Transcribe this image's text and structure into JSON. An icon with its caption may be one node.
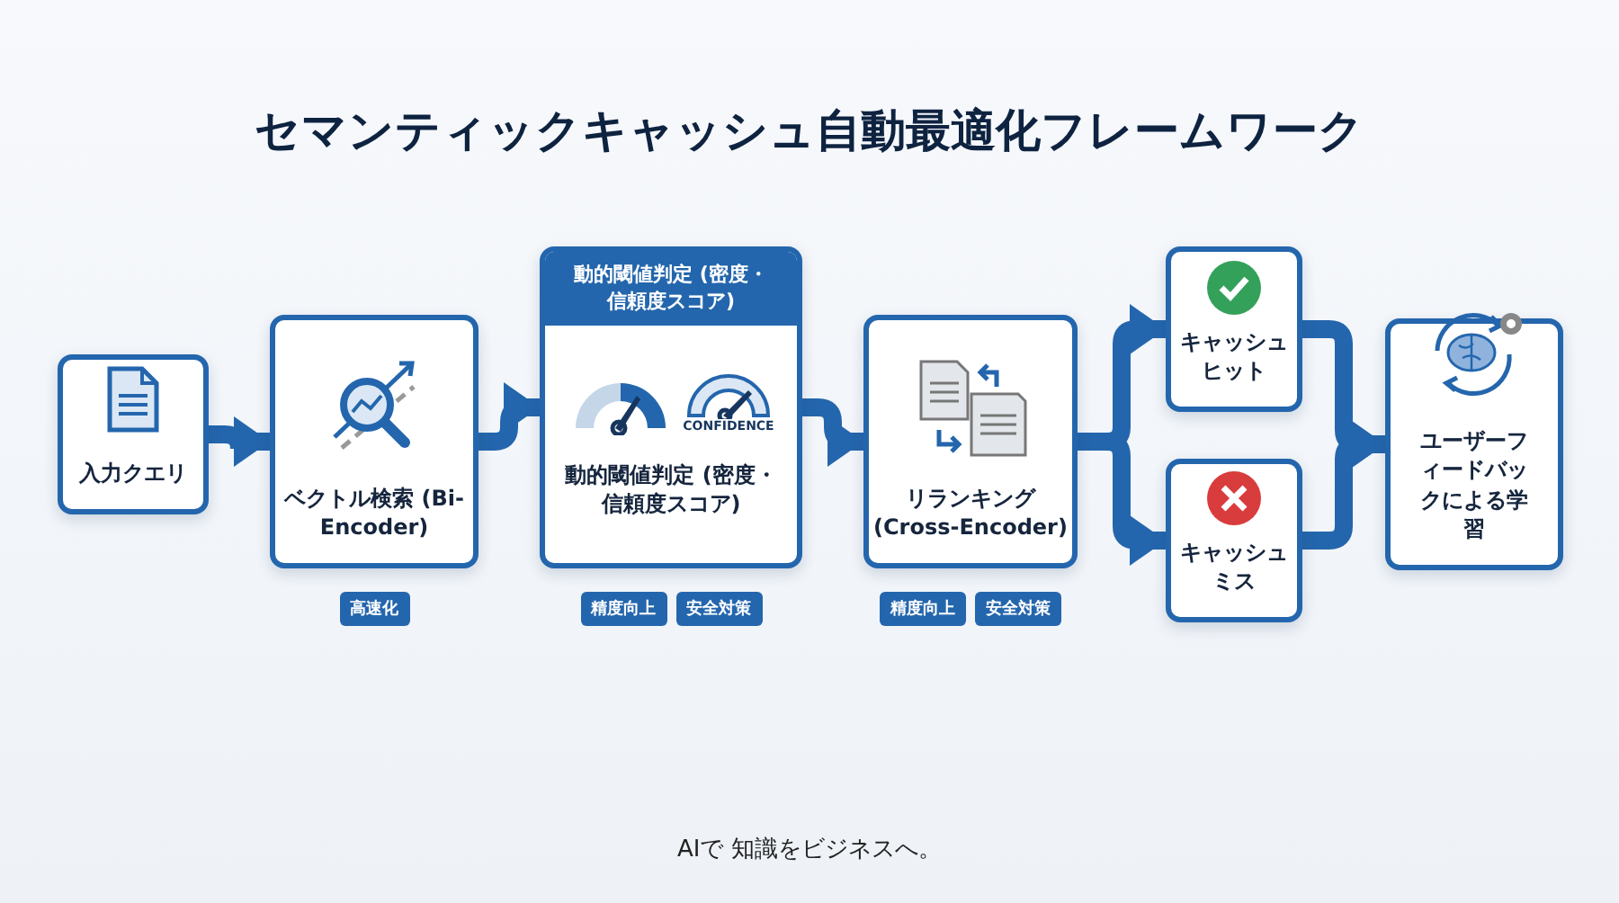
{
  "diagram": {
    "title": "セマンティックキャッシュ自動最適化フレームワーク",
    "nodes": [
      {
        "text": [
          "入力クエリ"
        ]
      },
      {
        "text": [
          "ベクトル検索 (Bi-Encoder)"
        ],
        "beside": [
          "高速化"
        ]
      },
      {
        "text": [
          "動的閾値判定 (密度・信頼度スコア)",
          "CONFIDENCE",
          "動的閾値判定 (密度・信頼度スコア)"
        ],
        "beside": [
          "精度向上",
          "安全対策"
        ]
      },
      {
        "text": [
          "リランキング (Cross-Encoder)"
        ],
        "beside": [
          "精度向上",
          "安全対策"
        ]
      },
      {
        "text": [
          "キャッシュヒット"
        ]
      },
      {
        "text": [
          "キャッシュミス"
        ]
      },
      {
        "text": [
          "ユーザーフィードバックによる学習"
        ]
      }
    ],
    "edges": [
      {
        "from": 0,
        "to": 1,
        "arrow": "to"
      },
      {
        "from": 1,
        "to": 2,
        "arrow": "to"
      },
      {
        "from": 2,
        "to": 3,
        "arrow": "to"
      },
      {
        "from": 3,
        "to": 4,
        "arrow": "to"
      },
      {
        "from": 3,
        "to": 5,
        "arrow": "to"
      },
      {
        "from": 4,
        "to": 6,
        "arrow": "to"
      },
      {
        "from": 5,
        "to": 6,
        "arrow": "to"
      }
    ],
    "labels": [
      "AIで 知識をビジネスへ。"
    ]
  }
}
